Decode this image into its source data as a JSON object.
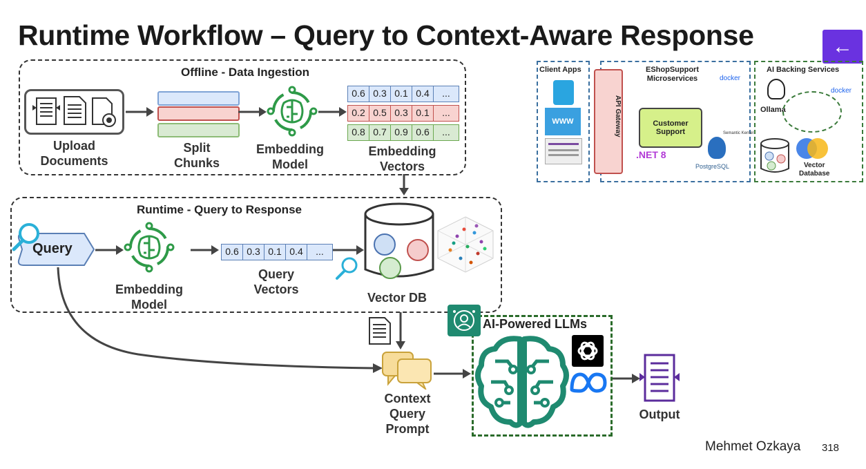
{
  "title": "Runtime Workflow – Query to Context-Aware Response",
  "offline": {
    "title": "Offline - Data Ingestion",
    "upload_label_1": "Upload",
    "upload_label_2": "Documents",
    "split_label_1": "Split",
    "split_label_2": "Chunks",
    "embed_label_1": "Embedding",
    "embed_label_2": "Model",
    "vectors_label_1": "Embedding",
    "vectors_label_2": "Vectors",
    "vector_rows": [
      [
        "0.6",
        "0.3",
        "0.1",
        "0.4",
        "..."
      ],
      [
        "0.2",
        "0.5",
        "0.3",
        "0.1",
        "..."
      ],
      [
        "0.8",
        "0.7",
        "0.9",
        "0.6",
        "..."
      ]
    ]
  },
  "runtime": {
    "title": "Runtime - Query to Response",
    "query_label": "Query",
    "embed_label_1": "Embedding",
    "embed_label_2": "Model",
    "query_vector": [
      "0.6",
      "0.3",
      "0.1",
      "0.4",
      "..."
    ],
    "qv_label_1": "Query",
    "qv_label_2": "Vectors",
    "vectordb_label": "Vector DB"
  },
  "context": {
    "label_1": "Context",
    "label_2": "Query",
    "label_3": "Prompt"
  },
  "ai": {
    "title": "AI-Powered LLMs"
  },
  "output_label": "Output",
  "architecture": {
    "client_apps": "Client Apps",
    "www": "WWW",
    "gateway": "API Gateway",
    "eshop_1": "EShopSupport",
    "eshop_2": "Microservices",
    "docker": "docker",
    "customer_1": "Customer",
    "customer_2": "Support",
    "dotnet": ".NET 8",
    "postgres": "PostgreSQL",
    "semantic_kernel": "Semantic Kernel",
    "ai_backing": "AI Backing Services",
    "ollama": "Ollama",
    "vector_db_1": "Vector",
    "vector_db_2": "Database"
  },
  "footer": {
    "author": "Mehmet Ozkaya",
    "page": "318"
  },
  "colors": {
    "accent_purple": "#6a32e0",
    "green": "#2e8b57",
    "teal": "#1f8a70",
    "blue_vec": "#dbe8fb",
    "red_vec": "#f8d3d0",
    "green_vec": "#d9ead3"
  }
}
